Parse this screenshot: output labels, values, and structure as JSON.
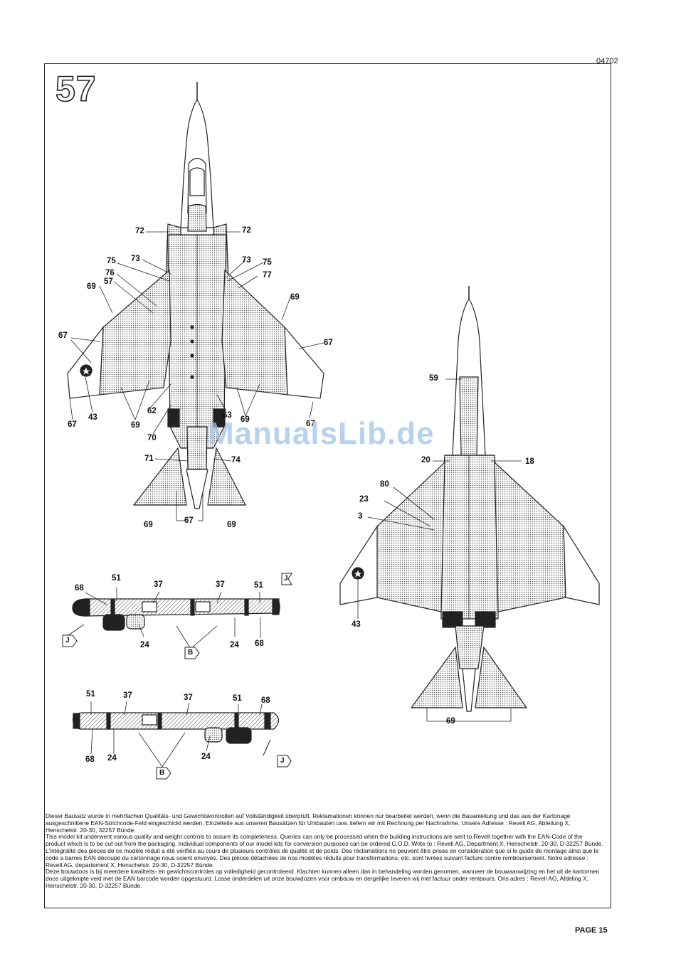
{
  "header": {
    "code": "04702",
    "step": "57"
  },
  "watermark": "ManualsLib.de",
  "callouts": {
    "top_view": [
      "72",
      "72",
      "75",
      "73",
      "73",
      "75",
      "76",
      "77",
      "57",
      "69",
      "69",
      "67",
      "67",
      "43",
      "67",
      "69",
      "62",
      "63",
      "69",
      "67",
      "70",
      "71",
      "74",
      "69",
      "67",
      "69"
    ],
    "bottom_view": [
      "59",
      "20",
      "18",
      "80",
      "23",
      "3",
      "43",
      "69"
    ],
    "tank_1": [
      "51",
      "37",
      "37",
      "51",
      "68",
      "24",
      "24",
      "68"
    ],
    "tank_2": [
      "51",
      "37",
      "37",
      "51",
      "68",
      "68",
      "24",
      "24"
    ],
    "flags": [
      "J",
      "J",
      "B",
      "J",
      "B"
    ]
  },
  "disclaimer": {
    "de": "Dieser Bausatz wurde in mehrfachen Qualitäts- und Gewichtskontrollen auf Vollständigkeit überprüft. Reklamationen können nur bearbeitet werden, wenn die Bauanleitung und das aus der Kartonage ausgeschnittene EAN-Strichcode-Feld eingeschickt werden. Einzelteile aus unseren Bausätzen für Umbauten usw. liefern wir mit Rechnung per Nachnahme. Unsere Adresse : Revell AG, Abteilung X, Henschelstr. 20-30, 32257 Bünde.",
    "en": "This model kit underwent various quality and weight controls to assure its completeness. Queries can only be processed when the building instructions are sent to Revell together with the EAN-Code of the product which is to be cut out from the packaging. Individual components of our model kits for conversion purposes can be ordered C.O.D. Write to : Revell AG, Department X, Henschelstr. 20-30, D-32257 Bünde.",
    "fr": "L'intégralité des pièces de ce modèle réduit a été vérifiée au cours de plusieurs contrôles de qualité et de poids. Des réclamations ne peuvent être prises en considération que si le guide de montage ainsi que le code a barres EAN découpé du cartonnage nous soient envoyés. Des pièces détachées de nos modèles réduits pour transformations, etc. sont livrées suivant facture contre remboursement. Notre adresse : Revell AG, departement X, Henschelstr. 20-30, D-32257 Bünde.",
    "nl": "Deze bouwdoos is bij meerdere kwaliteits- en gewichtscontroles op volledigheid gecontroleerd. Klachten kunnen alleen dan in behandeling worden genomen, wanneer de bouwaanwijzing en het uit de kartonnen doos uitgeknipte veld met de EAN barcode worden opgestuurd. Losse onderdelen uit onze bouwdozen voor ombouw en dergelijke leveren wij met factuur onder rembours. Ons adres : Revell AG, Afdeling X, Henschelstr. 20-30, D-32257 Bünde."
  },
  "footer": {
    "page": "PAGE 15"
  }
}
